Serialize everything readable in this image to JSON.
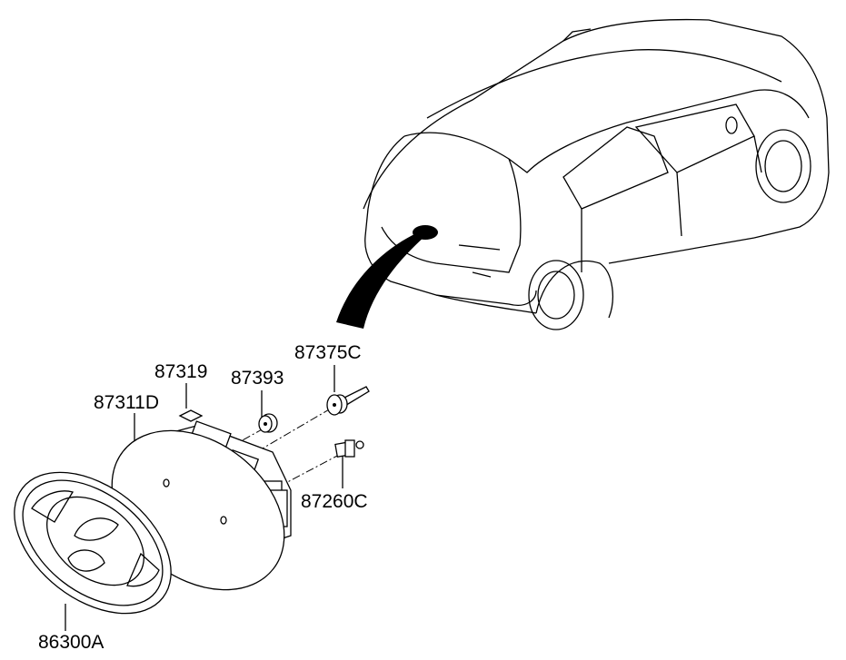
{
  "diagram": {
    "parts": [
      {
        "id": "87319",
        "label": "87319"
      },
      {
        "id": "87393",
        "label": "87393"
      },
      {
        "id": "87375C",
        "label": "87375C"
      },
      {
        "id": "87311D",
        "label": "87311D"
      },
      {
        "id": "87260C",
        "label": "87260C"
      },
      {
        "id": "86300A",
        "label": "86300A"
      }
    ]
  }
}
